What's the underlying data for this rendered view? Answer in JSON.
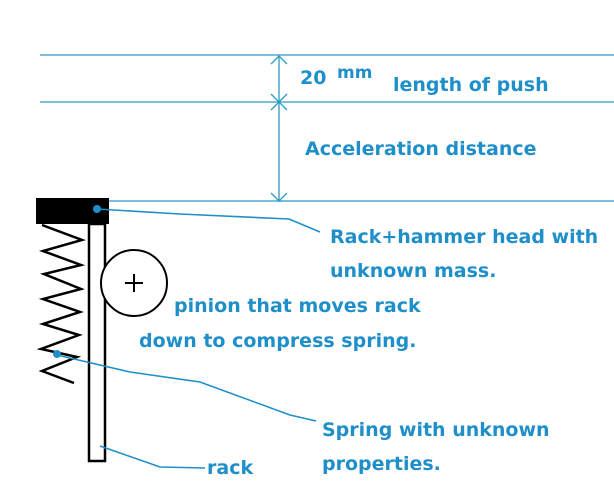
{
  "labels": {
    "push_value": "20",
    "push_unit": "mm",
    "push_label": "length of push",
    "acceleration": "Acceleration distance",
    "head_line1": "Rack+hammer head with",
    "head_line2": "unknown mass.",
    "pinion_line1": "pinion that moves rack",
    "pinion_line2": "down to compress spring.",
    "spring_line1": "Spring with unknown",
    "spring_line2": "properties.",
    "rack": "rack"
  },
  "colors": {
    "annotation": "#1f8fc9",
    "dimension_line": "#2a9ac6",
    "drawing": "#000000"
  }
}
